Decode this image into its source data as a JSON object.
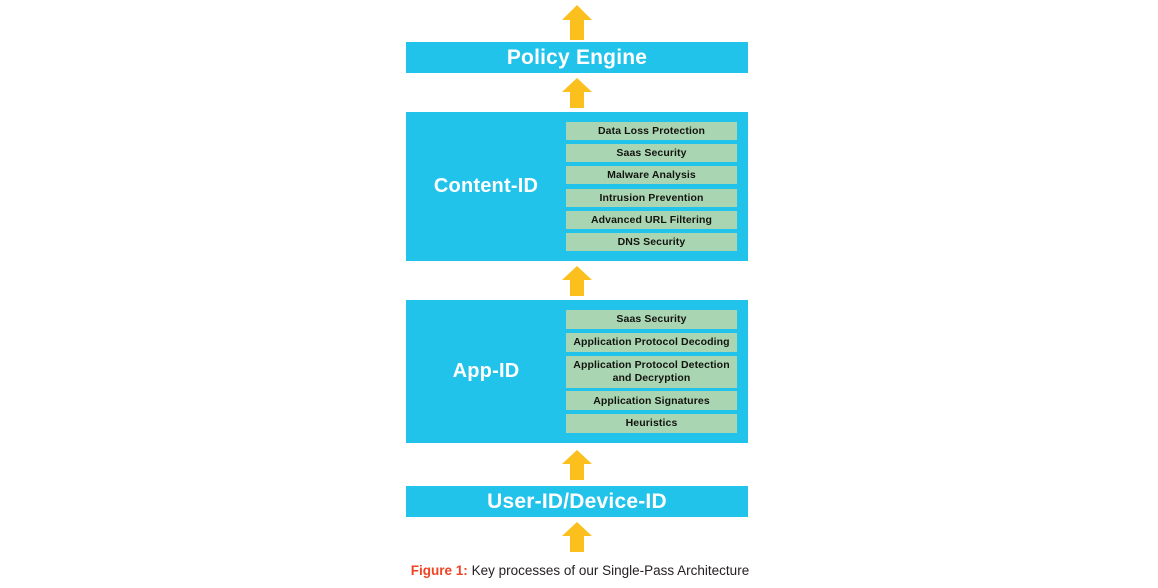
{
  "figure": {
    "title": "Key processes of our Single-Pass Architecture",
    "caption_label": "Figure 1:",
    "caption_text": "Key processes of our Single-Pass Architecture",
    "colors": {
      "panel_blue": "#21c3ea",
      "subbox_green": "#a9d5b3",
      "arrow_yellow": "#fbc01e",
      "caption_accent": "#ef4323",
      "panel_text": "#ffffff",
      "subbox_text": "#14140f",
      "caption_text_color": "#231f20",
      "background": "#ffffff"
    }
  },
  "arrows": [
    {
      "name": "arrow-to-top",
      "direction": "up"
    },
    {
      "name": "arrow-policy-to-content",
      "direction": "up"
    },
    {
      "name": "arrow-content-to-app",
      "direction": "up"
    },
    {
      "name": "arrow-app-to-user",
      "direction": "up"
    },
    {
      "name": "arrow-from-bottom",
      "direction": "up"
    }
  ],
  "stages": [
    {
      "id": "policy-engine",
      "label": "Policy Engine",
      "type": "bar",
      "items": []
    },
    {
      "id": "content-id",
      "label": "Content-ID",
      "type": "panel",
      "items": [
        {
          "label": "Data Loss Protection"
        },
        {
          "label": "Saas Security"
        },
        {
          "label": "Malware Analysis"
        },
        {
          "label": "Intrusion Prevention"
        },
        {
          "label": "Advanced URL Filtering"
        },
        {
          "label": "DNS Security"
        }
      ]
    },
    {
      "id": "app-id",
      "label": "App-ID",
      "type": "panel",
      "items": [
        {
          "label": "Saas Security"
        },
        {
          "label": "Application Protocol Decoding"
        },
        {
          "label": "Application Protocol Detection and Decryption",
          "tall": true
        },
        {
          "label": "Application Signatures"
        },
        {
          "label": "Heuristics"
        }
      ]
    },
    {
      "id": "user-id-device-id",
      "label": "User-ID/Device-ID",
      "type": "bar",
      "items": []
    }
  ]
}
